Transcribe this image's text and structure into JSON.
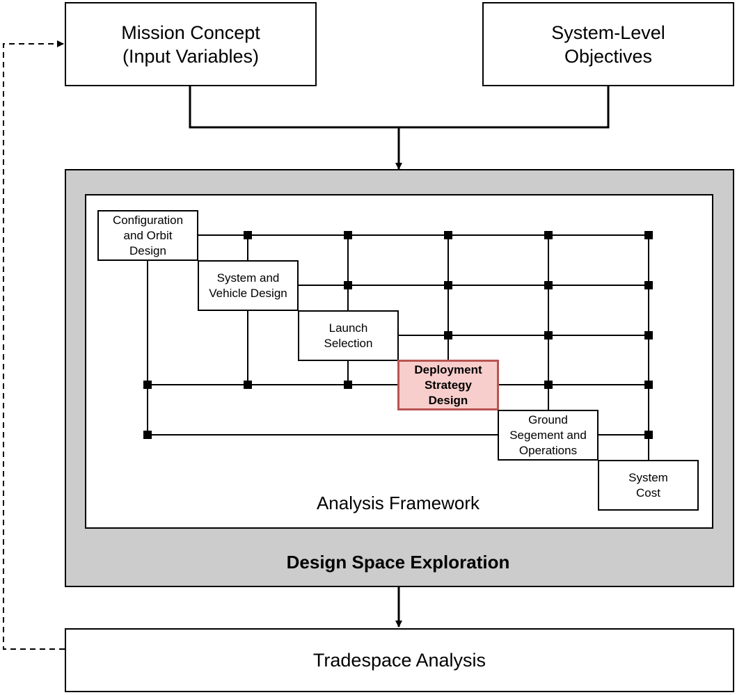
{
  "colors": {
    "stroke": "#000000",
    "outer_fill": "#cccccc",
    "highlight_fill": "#f8cecc",
    "highlight_stroke": "#b85450"
  },
  "top": {
    "mission_concept": "Mission Concept\n(Input Variables)",
    "objectives": "System-Level\nObjectives"
  },
  "exploration": {
    "title": "Design Space Exploration",
    "framework_label": "Analysis Framework",
    "modules": [
      "Configuration\nand Orbit\nDesign",
      "System and\nVehicle Design",
      "Launch\nSelection",
      "Deployment\nStrategy\nDesign",
      "Ground\nSegement and\nOperations",
      "System\nCost"
    ],
    "highlighted_module_index": 3
  },
  "tradespace": {
    "label": "Tradespace Analysis"
  }
}
